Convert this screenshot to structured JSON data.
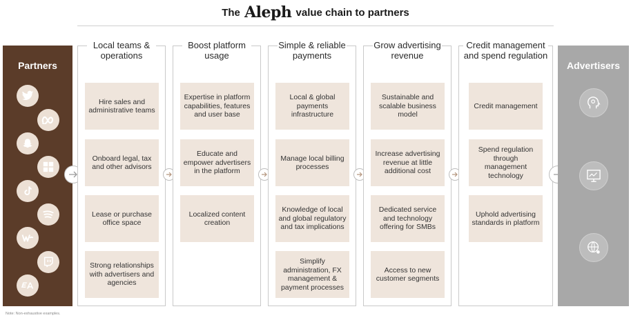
{
  "title": {
    "prefix": "The",
    "brand": "Aleph",
    "suffix": "value chain to partners"
  },
  "partners": {
    "heading": "Partners",
    "logos": [
      {
        "icon": "twitter-icon"
      },
      {
        "icon": "meta-icon"
      },
      {
        "icon": "snapchat-icon"
      },
      {
        "icon": "microsoft-icon"
      },
      {
        "icon": "tiktok-icon",
        "label": "TikTok"
      },
      {
        "icon": "spotify-icon"
      },
      {
        "icon": "warner-icon"
      },
      {
        "icon": "twitch-icon"
      },
      {
        "icon": "ea-icon",
        "label": "EA"
      }
    ]
  },
  "columns": [
    {
      "heading": "Local teams & operations",
      "items": [
        "Hire sales and administrative teams",
        "Onboard legal, tax and other advisors",
        "Lease or purchase office space",
        "Strong relationships with advertisers and agencies"
      ]
    },
    {
      "heading": "Boost platform usage",
      "items": [
        "Expertise in platform capabilities, features and user base",
        "Educate and empower advertisers in the platform",
        "Localized content creation"
      ]
    },
    {
      "heading": "Simple & reliable payments",
      "items": [
        "Local & global payments infrastructure",
        "Manage local billing processes",
        "Knowledge of local and global regulatory and tax implications",
        "Simplify administration, FX management & payment processes"
      ]
    },
    {
      "heading": "Grow advertising revenue",
      "items": [
        "Sustainable and scalable business model",
        "Increase advertising revenue at little additional cost",
        "Dedicated service and technology offering for SMBs",
        "Access to new customer segments"
      ]
    },
    {
      "heading": "Credit management and spend regulation",
      "items": [
        "Credit management",
        "Spend regulation through management technology",
        "Uphold advertising standards in platform"
      ]
    }
  ],
  "advertisers": {
    "heading": "Advertisers",
    "icons": [
      "head-gear-icon",
      "analytics-screen-icon",
      "globe-network-icon"
    ]
  },
  "note": "Note: Non-exhaustive examples.",
  "colors": {
    "partners_panel": "#5b3c29",
    "advertisers_panel": "#a8a8a8",
    "card": "#efe5dc"
  }
}
